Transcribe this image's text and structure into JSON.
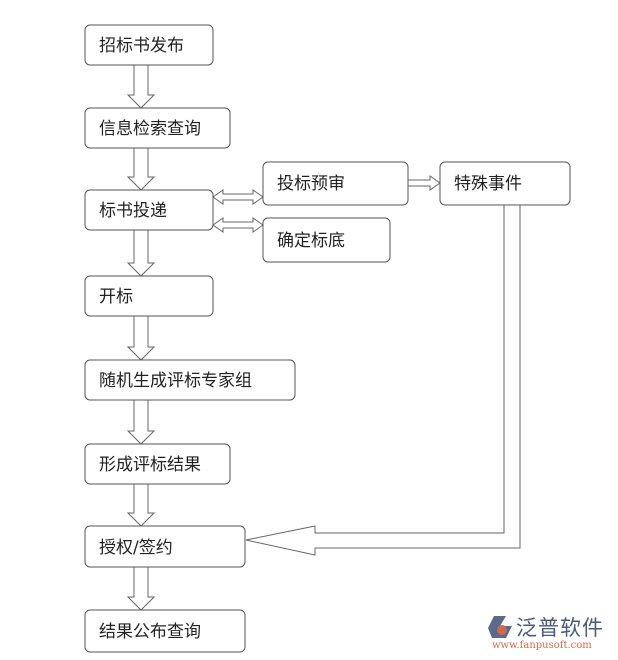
{
  "flowchart": {
    "nodes": [
      {
        "id": "n1",
        "label": "招标书发布"
      },
      {
        "id": "n2",
        "label": "信息检索查询"
      },
      {
        "id": "n3",
        "label": "标书投递"
      },
      {
        "id": "n4",
        "label": "投标预审"
      },
      {
        "id": "n5",
        "label": "特殊事件"
      },
      {
        "id": "n6",
        "label": "确定标底"
      },
      {
        "id": "n7",
        "label": "开标"
      },
      {
        "id": "n8",
        "label": "随机生成评标专家组"
      },
      {
        "id": "n9",
        "label": "形成评标结果"
      },
      {
        "id": "n10",
        "label": "授权/签约"
      },
      {
        "id": "n11",
        "label": "结果公布查询"
      }
    ],
    "edges": [
      {
        "from": "n1",
        "to": "n2",
        "style": "block-arrow"
      },
      {
        "from": "n2",
        "to": "n3",
        "style": "block-arrow"
      },
      {
        "from": "n3",
        "to": "n4",
        "style": "double-arrow"
      },
      {
        "from": "n3",
        "to": "n6",
        "style": "double-arrow"
      },
      {
        "from": "n4",
        "to": "n5",
        "style": "block-arrow"
      },
      {
        "from": "n3",
        "to": "n7",
        "style": "block-arrow"
      },
      {
        "from": "n7",
        "to": "n8",
        "style": "block-arrow"
      },
      {
        "from": "n8",
        "to": "n9",
        "style": "block-arrow"
      },
      {
        "from": "n9",
        "to": "n10",
        "style": "block-arrow"
      },
      {
        "from": "n5",
        "to": "n10",
        "style": "block-arrow"
      },
      {
        "from": "n10",
        "to": "n11",
        "style": "bold-block-arrow"
      }
    ]
  },
  "logo": {
    "name": "泛普软件",
    "url": "www.fanpusoft.com",
    "colors": {
      "primary": "#4a5a7a",
      "accent": "#d06a4a"
    }
  }
}
